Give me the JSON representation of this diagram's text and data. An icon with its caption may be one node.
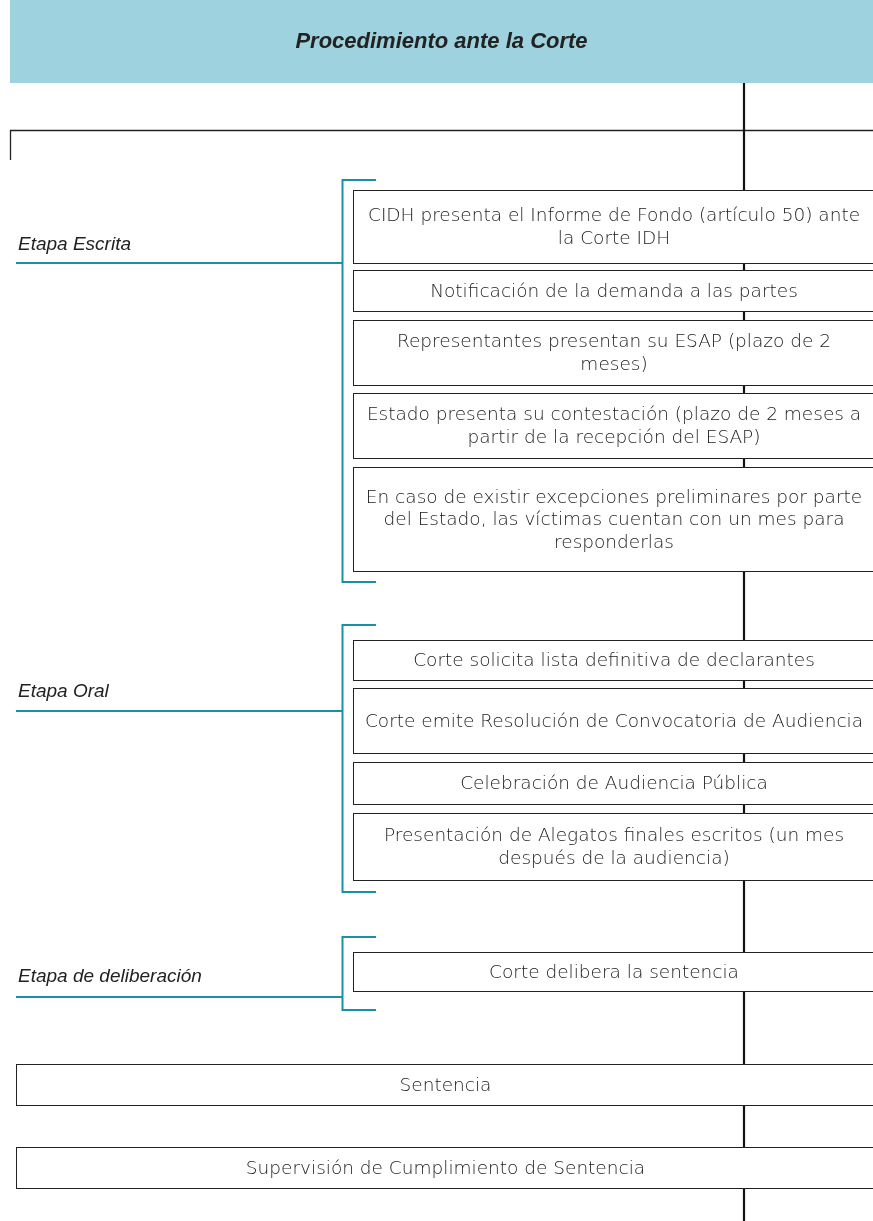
{
  "diagram": {
    "nodes": [
      {
        "text": [
          "Procedimiento ante la Corte"
        ]
      },
      {
        "text": [
          "CIDH presenta el Informe de Fondo (artículo 50) ante la Corte IDH"
        ]
      },
      {
        "text": [
          "Notificación de la demanda a las partes"
        ]
      },
      {
        "text": [
          "Representantes presentan su ESAP (plazo de 2 meses)"
        ]
      },
      {
        "text": [
          "Estado presenta su contestación (plazo de 2 meses a partir de la recepción del ESAP)"
        ]
      },
      {
        "text": [
          "En caso de existir excepciones preliminares por parte del Estado, las víctimas cuentan con un mes para responderlas"
        ]
      },
      {
        "text": [
          "Corte solicita lista definitiva de declarantes"
        ]
      },
      {
        "text": [
          "Corte emite Resolución de Convocatoria de Audiencia"
        ]
      },
      {
        "text": [
          "Celebración de Audiencia Pública"
        ]
      },
      {
        "text": [
          "Presentación de Alegatos finales escritos (un mes después de la audiencia)"
        ]
      },
      {
        "text": [
          "Corte delibera la sentencia"
        ]
      },
      {
        "text": [
          "Sentencia"
        ]
      },
      {
        "text": [
          "Supervisión de Cumplimiento de Sentencia"
        ]
      }
    ],
    "edges": [
      {
        "from": 0,
        "to": 1,
        "arrow": "none"
      },
      {
        "from": 1,
        "to": 2,
        "arrow": "none"
      },
      {
        "from": 2,
        "to": 3,
        "arrow": "none"
      },
      {
        "from": 3,
        "to": 4,
        "arrow": "none"
      },
      {
        "from": 4,
        "to": 5,
        "arrow": "none"
      },
      {
        "from": 5,
        "to": 6,
        "arrow": "none"
      },
      {
        "from": 6,
        "to": 7,
        "arrow": "none"
      },
      {
        "from": 7,
        "to": 8,
        "arrow": "none"
      },
      {
        "from": 8,
        "to": 9,
        "arrow": "none"
      },
      {
        "from": 9,
        "to": 10,
        "arrow": "none"
      },
      {
        "from": 10,
        "to": 11,
        "arrow": "none"
      },
      {
        "from": 11,
        "to": 12,
        "arrow": "none"
      },
      {
        "from": 12,
        "to": null,
        "arrow": "none"
      }
    ],
    "labels": [
      "Etapa Escrita",
      "Etapa Oral",
      "Etapa de deliberación"
    ]
  }
}
